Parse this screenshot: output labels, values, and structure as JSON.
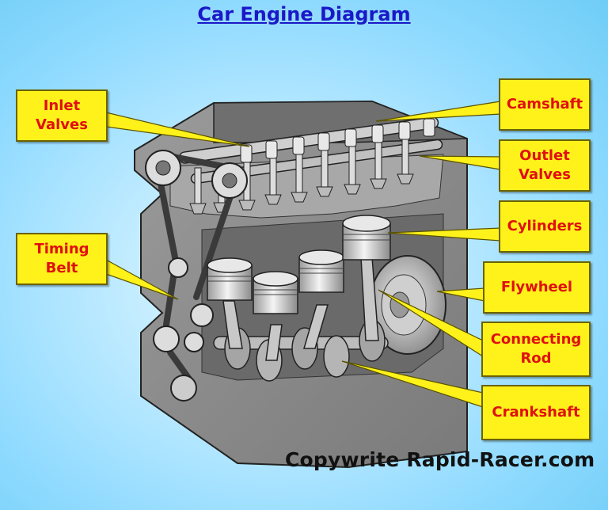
{
  "title": "Car Engine Diagram",
  "copyright": "Copywrite Rapid-Racer.com",
  "labels": {
    "inlet_valves": [
      "Inlet",
      "Valves"
    ],
    "timing_belt": [
      "Timing",
      "Belt"
    ],
    "camshaft": [
      "Camshaft"
    ],
    "outlet_valves": [
      "Outlet",
      "Valves"
    ],
    "cylinders": [
      "Cylinders"
    ],
    "flywheel": [
      "Flywheel"
    ],
    "connecting_rod": [
      "Connecting",
      "Rod"
    ],
    "crankshaft": [
      "Crankshaft"
    ]
  },
  "colors": {
    "label_bg": "#fff21a",
    "label_text": "#e01010",
    "title": "#1a18c8",
    "engine_block": "#8a8a8a"
  }
}
